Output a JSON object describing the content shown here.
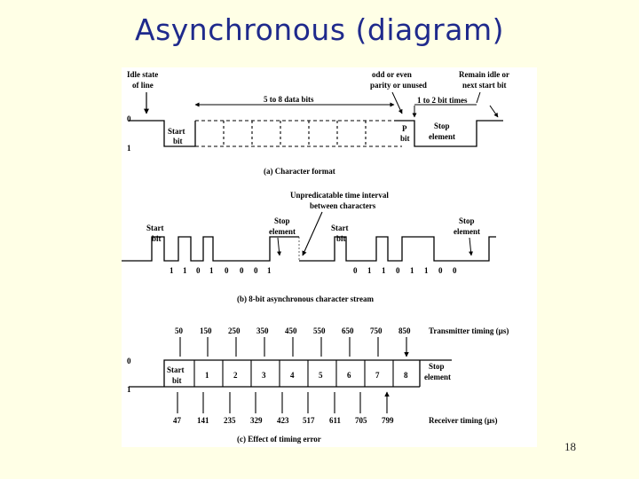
{
  "title": "Asynchronous (diagram)",
  "page_number": "18",
  "panel_a": {
    "idle_state_line1": "Idle state",
    "idle_state_line2": "of line",
    "level_0": "0",
    "level_1": "1",
    "data_bits_label": "5 to 8 data bits",
    "parity_line1": "odd or even",
    "parity_line2": "parity or unused",
    "remain_idle_line1": "Remain idle or",
    "remain_idle_line2": "next start bit",
    "bit_times_label": "1 to 2 bit times",
    "start_line1": "Start",
    "start_line2": "bit",
    "p_line1": "P",
    "p_line2": "bit",
    "stop_line1": "Stop",
    "stop_line2": "element",
    "caption": "(a) Character format"
  },
  "panel_b": {
    "interval_line1": "Unpredicatable time interval",
    "interval_line2": "between characters",
    "start_line1": "Start",
    "start_line2": "bit",
    "stop_line1": "Stop",
    "stop_line2": "element",
    "bits_char1": [
      "1",
      "1",
      "0",
      "1",
      "0",
      "0",
      "0",
      "1"
    ],
    "bits_char2": [
      "0",
      "1",
      "1",
      "0",
      "1",
      "1",
      "0",
      "0"
    ],
    "caption": "(b) 8-bit asynchronous character stream"
  },
  "panel_c": {
    "transmitter_times": [
      "50",
      "150",
      "250",
      "350",
      "450",
      "550",
      "650",
      "750",
      "850"
    ],
    "transmitter_label": "Transmitter timing (µs)",
    "receiver_times": [
      "47",
      "141",
      "235",
      "329",
      "423",
      "517",
      "611",
      "705",
      "799"
    ],
    "receiver_label": "Receiver timing (µs)",
    "level_0": "0",
    "level_1": "1",
    "start_line1": "Start",
    "start_line2": "bit",
    "bit_numbers": [
      "1",
      "2",
      "3",
      "4",
      "5",
      "6",
      "7",
      "8"
    ],
    "stop_line1": "Stop",
    "stop_line2": "element",
    "caption": "(c) Effect of timing error"
  }
}
